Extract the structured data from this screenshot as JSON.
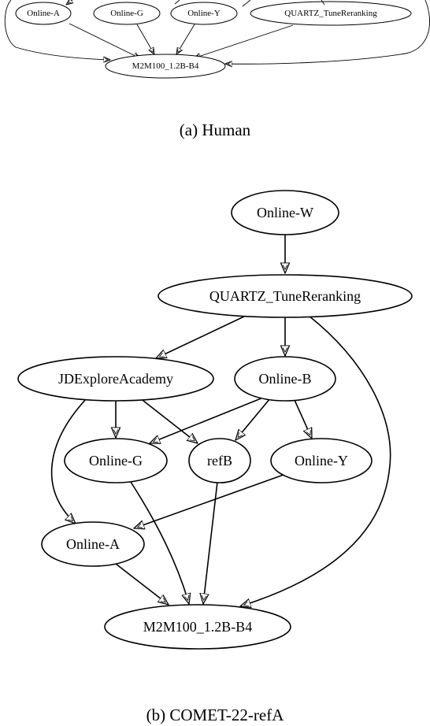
{
  "figures": [
    {
      "caption": "(a) Human",
      "nodes": [
        {
          "id": "online_a",
          "label": "Online-A"
        },
        {
          "id": "online_g",
          "label": "Online-G"
        },
        {
          "id": "online_y",
          "label": "Online-Y"
        },
        {
          "id": "quartz",
          "label": "QUARTZ_TuneReranking"
        },
        {
          "id": "m2m",
          "label": "M2M100_1.2B-B4"
        }
      ],
      "edges": [
        {
          "from": "online_a",
          "to": "m2m"
        },
        {
          "from": "online_g",
          "to": "m2m"
        },
        {
          "from": "online_y",
          "to": "m2m"
        },
        {
          "from": "quartz",
          "to": "m2m"
        }
      ]
    },
    {
      "caption": "(b) COMET-22-refA",
      "nodes": [
        {
          "id": "online_w",
          "label": "Online-W"
        },
        {
          "id": "quartz",
          "label": "QUARTZ_TuneReranking"
        },
        {
          "id": "jdexplore",
          "label": "JDExploreAcademy"
        },
        {
          "id": "online_b",
          "label": "Online-B"
        },
        {
          "id": "online_g",
          "label": "Online-G"
        },
        {
          "id": "refb",
          "label": "refB"
        },
        {
          "id": "online_y",
          "label": "Online-Y"
        },
        {
          "id": "online_a",
          "label": "Online-A"
        },
        {
          "id": "m2m",
          "label": "M2M100_1.2B-B4"
        }
      ],
      "edges": [
        {
          "from": "online_w",
          "to": "quartz"
        },
        {
          "from": "quartz",
          "to": "jdexplore"
        },
        {
          "from": "quartz",
          "to": "online_b"
        },
        {
          "from": "quartz",
          "to": "m2m"
        },
        {
          "from": "jdexplore",
          "to": "online_g"
        },
        {
          "from": "jdexplore",
          "to": "refb"
        },
        {
          "from": "jdexplore",
          "to": "online_a"
        },
        {
          "from": "online_b",
          "to": "online_g"
        },
        {
          "from": "online_b",
          "to": "refb"
        },
        {
          "from": "online_b",
          "to": "online_y"
        },
        {
          "from": "online_y",
          "to": "online_a"
        },
        {
          "from": "online_g",
          "to": "m2m"
        },
        {
          "from": "refb",
          "to": "m2m"
        },
        {
          "from": "online_a",
          "to": "m2m"
        }
      ]
    }
  ]
}
